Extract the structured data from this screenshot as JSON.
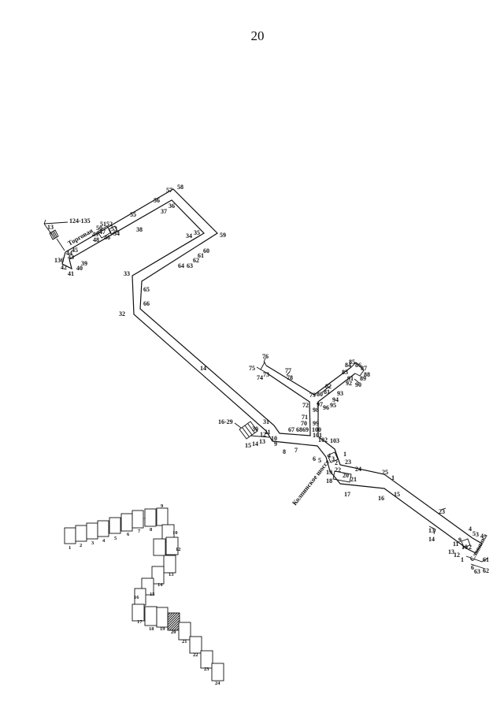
{
  "page_number": "20",
  "map": {
    "street_names": {
      "top_left": "Торговая",
      "middle": "Колпинское шоссе",
      "bottom_right": "Славянка"
    },
    "point_labels": [
      "13",
      "124-135",
      "136",
      "42",
      "41",
      "40",
      "39",
      "45",
      "44",
      "43",
      "49",
      "50",
      "51",
      "52",
      "53",
      "54",
      "47",
      "46",
      "48",
      "55",
      "38",
      "37",
      "36",
      "56",
      "57",
      "58",
      "35",
      "34",
      "59",
      "60",
      "61",
      "62",
      "63",
      "64",
      "33",
      "65",
      "66",
      "32",
      "14",
      "31",
      "30",
      "16-29",
      "15",
      "14",
      "13",
      "12",
      "11",
      "10",
      "9",
      "8",
      "7",
      "67",
      "68",
      "69",
      "70",
      "71",
      "72",
      "73",
      "74",
      "75",
      "76",
      "77",
      "78",
      "79",
      "80",
      "81",
      "82",
      "83",
      "84",
      "85",
      "86",
      "87",
      "88",
      "89",
      "90",
      "91",
      "92",
      "93",
      "94",
      "95",
      "96",
      "97",
      "98",
      "99",
      "100",
      "101",
      "102",
      "103",
      "6",
      "5",
      "4",
      "3",
      "2",
      "1",
      "23",
      "22",
      "19",
      "18",
      "20",
      "21",
      "24",
      "25",
      "1",
      "17",
      "16",
      "15",
      "23",
      "13",
      "14",
      "4",
      "5",
      "3",
      "4",
      "9",
      "11",
      "10",
      "2",
      "13",
      "12",
      "1",
      "61",
      "6",
      "63",
      "62"
    ]
  },
  "tile_diagram": {
    "tile_labels": [
      "1",
      "2",
      "3",
      "4",
      "5",
      "6",
      "7",
      "8",
      "9",
      "10",
      "11",
      "12",
      "13",
      "14",
      "15",
      "16",
      "17",
      "18",
      "19",
      "20",
      "21",
      "22",
      "23",
      "24"
    ]
  }
}
